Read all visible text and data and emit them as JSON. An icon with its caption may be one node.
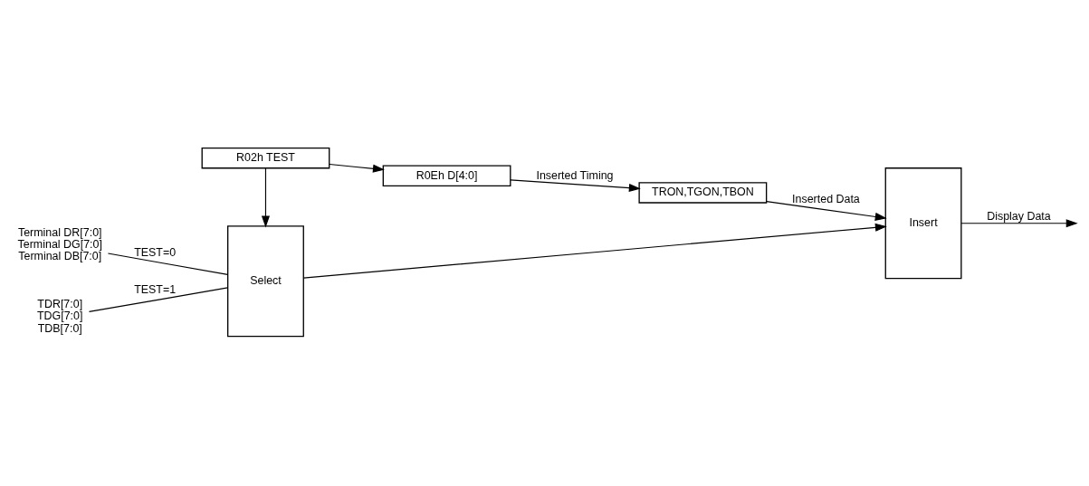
{
  "diagram": {
    "nodes": [
      {
        "text": [
          "Terminal DR[7:0]",
          "Terminal DG[7:0]",
          "Terminal DB[7:0]"
        ]
      },
      {
        "text": [
          "TDR[7:0]",
          "TDG[7:0]",
          "TDB[7:0]"
        ]
      },
      {
        "text": [
          "Select"
        ]
      },
      {
        "text": [
          "Insert"
        ]
      },
      {
        "text": [
          "R02h TEST"
        ]
      },
      {
        "text": [
          "TRON,TGON,TBON"
        ]
      },
      {
        "text": [
          "R0Eh D[4:0]"
        ]
      }
    ],
    "edges": [
      {
        "from": 0,
        "to": 2,
        "arrow": "none",
        "label": "TEST=0"
      },
      {
        "from": 1,
        "to": 2,
        "arrow": "none",
        "label": "TEST=1"
      },
      {
        "from": 2,
        "to": 3,
        "arrow": "to"
      },
      {
        "from": 3,
        "to": null,
        "arrow": "to",
        "label": "Display Data"
      },
      {
        "from": 5,
        "to": 3,
        "arrow": "to",
        "label": "Inserted Data"
      },
      {
        "from": 4,
        "to": 2,
        "arrow": "to"
      },
      {
        "from": 4,
        "to": 6,
        "arrow": "to"
      },
      {
        "from": 6,
        "to": 5,
        "arrow": "to",
        "label": "Inserted Timing"
      }
    ]
  }
}
